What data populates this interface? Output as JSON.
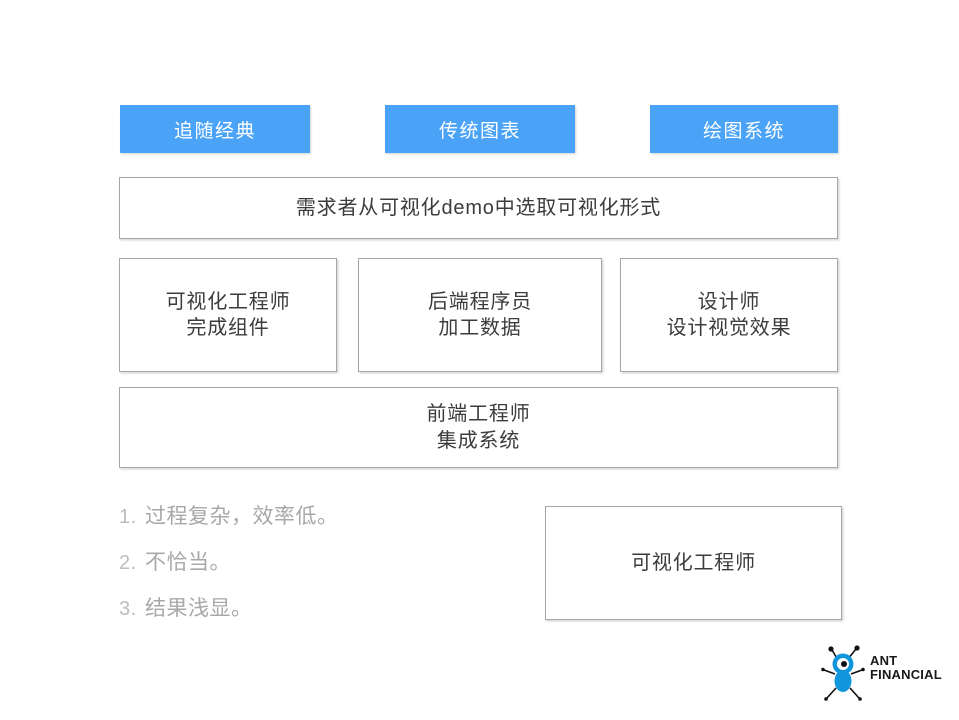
{
  "slide": {
    "background_color": "#ffffff",
    "accent_color": "#4BA3F7",
    "box_border_color": "#a6a6a6",
    "box_text_color": "#3c3c3c",
    "muted_text_color": "#a8a8ab"
  },
  "tags": [
    {
      "label": "追随经典"
    },
    {
      "label": "传统图表"
    },
    {
      "label": "绘图系统"
    }
  ],
  "flow": {
    "select_step": "需求者从可视化demo中选取可视化形式",
    "roles": [
      {
        "line1": "可视化工程师",
        "line2": "完成组件"
      },
      {
        "line1": "后端程序员",
        "line2": "加工数据"
      },
      {
        "line1": "设计师",
        "line2": "设计视觉效果"
      }
    ],
    "integrate_step": {
      "line1": "前端工程师",
      "line2": "集成系统"
    }
  },
  "issues": [
    {
      "num": "1.",
      "text": "过程复杂，效率低。"
    },
    {
      "num": "2.",
      "text": "不恰当。"
    },
    {
      "num": "3.",
      "text": "结果浅显。"
    }
  ],
  "result_box": {
    "label": "可视化工程师"
  },
  "logo": {
    "line1": "ANT",
    "line2": "FINANCIAL",
    "mascot_color": "#1296DB",
    "icon": "ant-mascot-icon"
  }
}
